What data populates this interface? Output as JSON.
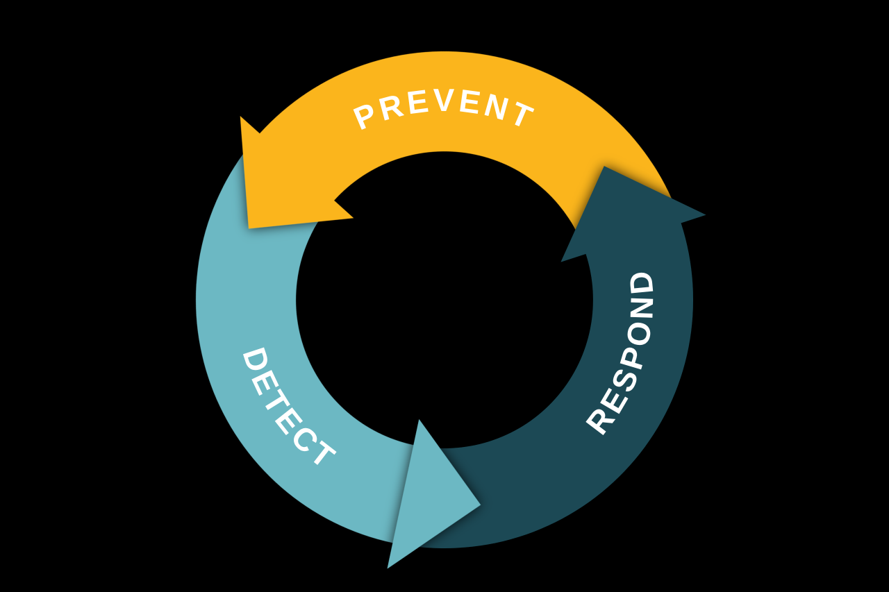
{
  "diagram": {
    "type": "cycle",
    "direction": "counterclockwise",
    "background_color": "#000000",
    "label_color": "#FFFFFF",
    "segments": [
      {
        "label": "PREVENT",
        "position": "top",
        "color": "#FBB51F"
      },
      {
        "label": "DETECT",
        "position": "left",
        "color": "#6CB8C3"
      },
      {
        "label": "RESPOND",
        "position": "right",
        "color": "#1B4A55"
      }
    ]
  }
}
